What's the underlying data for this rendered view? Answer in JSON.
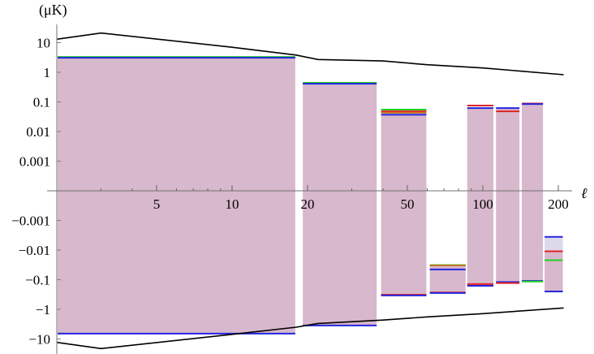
{
  "chart_data": {
    "type": "bar",
    "title": "",
    "xlabel": "ℓ",
    "ylabel": "(μK)",
    "xscale": "log",
    "yscale": "symlog",
    "xlim": [
      2,
      230
    ],
    "ylim": [
      -14,
      14
    ],
    "grid": false,
    "x_ticks": [
      5,
      10,
      20,
      50,
      100,
      200
    ],
    "x_tick_labels": [
      "5",
      "10",
      "20",
      "50",
      "100",
      "200"
    ],
    "y_ticks": [
      10,
      1,
      0.1,
      0.01,
      0.001,
      -0.001,
      -0.01,
      -0.1,
      -1,
      -10
    ],
    "y_tick_labels": [
      "10",
      "1",
      "0.1",
      "0.01",
      "0.001",
      "−0.001",
      "−0.01",
      "−0.1",
      "−1",
      "−10"
    ],
    "colors": {
      "fill": "#d8b8cc",
      "fill_light": "#dcdaea",
      "blue": "#2424e0",
      "green": "#22d022",
      "red": "#e02424",
      "orange": "#c87020",
      "envelope": "#000000",
      "axis": "#808080"
    },
    "bins": [
      {
        "l_min": 2,
        "l_max": 18,
        "top": 3.1,
        "bottom": -6.6,
        "lines": [
          {
            "color": "green",
            "value": 3.3
          },
          {
            "color": "blue",
            "value": 3.1
          },
          {
            "color": "blue",
            "value": -6.6
          }
        ]
      },
      {
        "l_min": 19,
        "l_max": 38,
        "top": 0.42,
        "bottom": -3.5,
        "lines": [
          {
            "color": "green",
            "value": 0.44
          },
          {
            "color": "blue",
            "value": 0.41
          },
          {
            "color": "blue",
            "value": -3.5
          }
        ]
      },
      {
        "l_min": 39,
        "l_max": 60,
        "top": 0.037,
        "bottom": -0.34,
        "lines": [
          {
            "color": "green",
            "value": 0.055
          },
          {
            "color": "red",
            "value": 0.048
          },
          {
            "color": "orange",
            "value": 0.043
          },
          {
            "color": "blue",
            "value": 0.037
          },
          {
            "color": "red",
            "value": -0.32
          },
          {
            "color": "blue",
            "value": -0.34
          }
        ]
      },
      {
        "l_min": 61,
        "l_max": 86,
        "top": -0.033,
        "bottom": -0.28,
        "lines": [
          {
            "color": "green",
            "value": -0.032
          },
          {
            "color": "orange",
            "value": -0.033
          },
          {
            "color": "blue",
            "value": -0.045
          },
          {
            "color": "red",
            "value": -0.27
          },
          {
            "color": "blue",
            "value": -0.28
          }
        ]
      },
      {
        "l_min": 86,
        "l_max": 111,
        "top": 0.062,
        "bottom": -0.16,
        "lines": [
          {
            "color": "red",
            "value": 0.075
          },
          {
            "color": "blue",
            "value": 0.062
          },
          {
            "color": "red",
            "value": -0.14
          },
          {
            "color": "blue",
            "value": -0.16
          }
        ]
      },
      {
        "l_min": 112,
        "l_max": 141,
        "top": 0.062,
        "bottom": -0.13,
        "lines": [
          {
            "color": "blue",
            "value": 0.062
          },
          {
            "color": "red",
            "value": 0.048
          },
          {
            "color": "blue",
            "value": -0.12
          },
          {
            "color": "red",
            "value": -0.13
          }
        ]
      },
      {
        "l_min": 142,
        "l_max": 175,
        "top": 0.085,
        "bottom": -0.11,
        "lines": [
          {
            "color": "red",
            "value": 0.088
          },
          {
            "color": "blue",
            "value": 0.085
          },
          {
            "color": "blue",
            "value": -0.11
          },
          {
            "color": "green",
            "value": -0.115
          }
        ]
      },
      {
        "l_min": 175,
        "l_max": 210,
        "top": -0.011,
        "bottom": -0.25,
        "light_top": -0.0036,
        "lines": [
          {
            "color": "blue",
            "value": -0.0036
          },
          {
            "color": "red",
            "value": -0.011
          },
          {
            "color": "green",
            "value": -0.022
          },
          {
            "color": "blue",
            "value": -0.25
          }
        ]
      }
    ],
    "envelope_upper": {
      "l": [
        2,
        3,
        10,
        18,
        22,
        40,
        60,
        100,
        210
      ],
      "value": [
        13,
        21,
        7,
        3.8,
        2.7,
        2.4,
        1.8,
        1.4,
        0.83
      ]
    },
    "envelope_lower": {
      "l": [
        2,
        3,
        10,
        18,
        22,
        40,
        60,
        100,
        210
      ],
      "value": [
        -13,
        -21,
        -7,
        -4,
        -3,
        -2.3,
        -1.8,
        -1.4,
        -0.9
      ]
    }
  }
}
